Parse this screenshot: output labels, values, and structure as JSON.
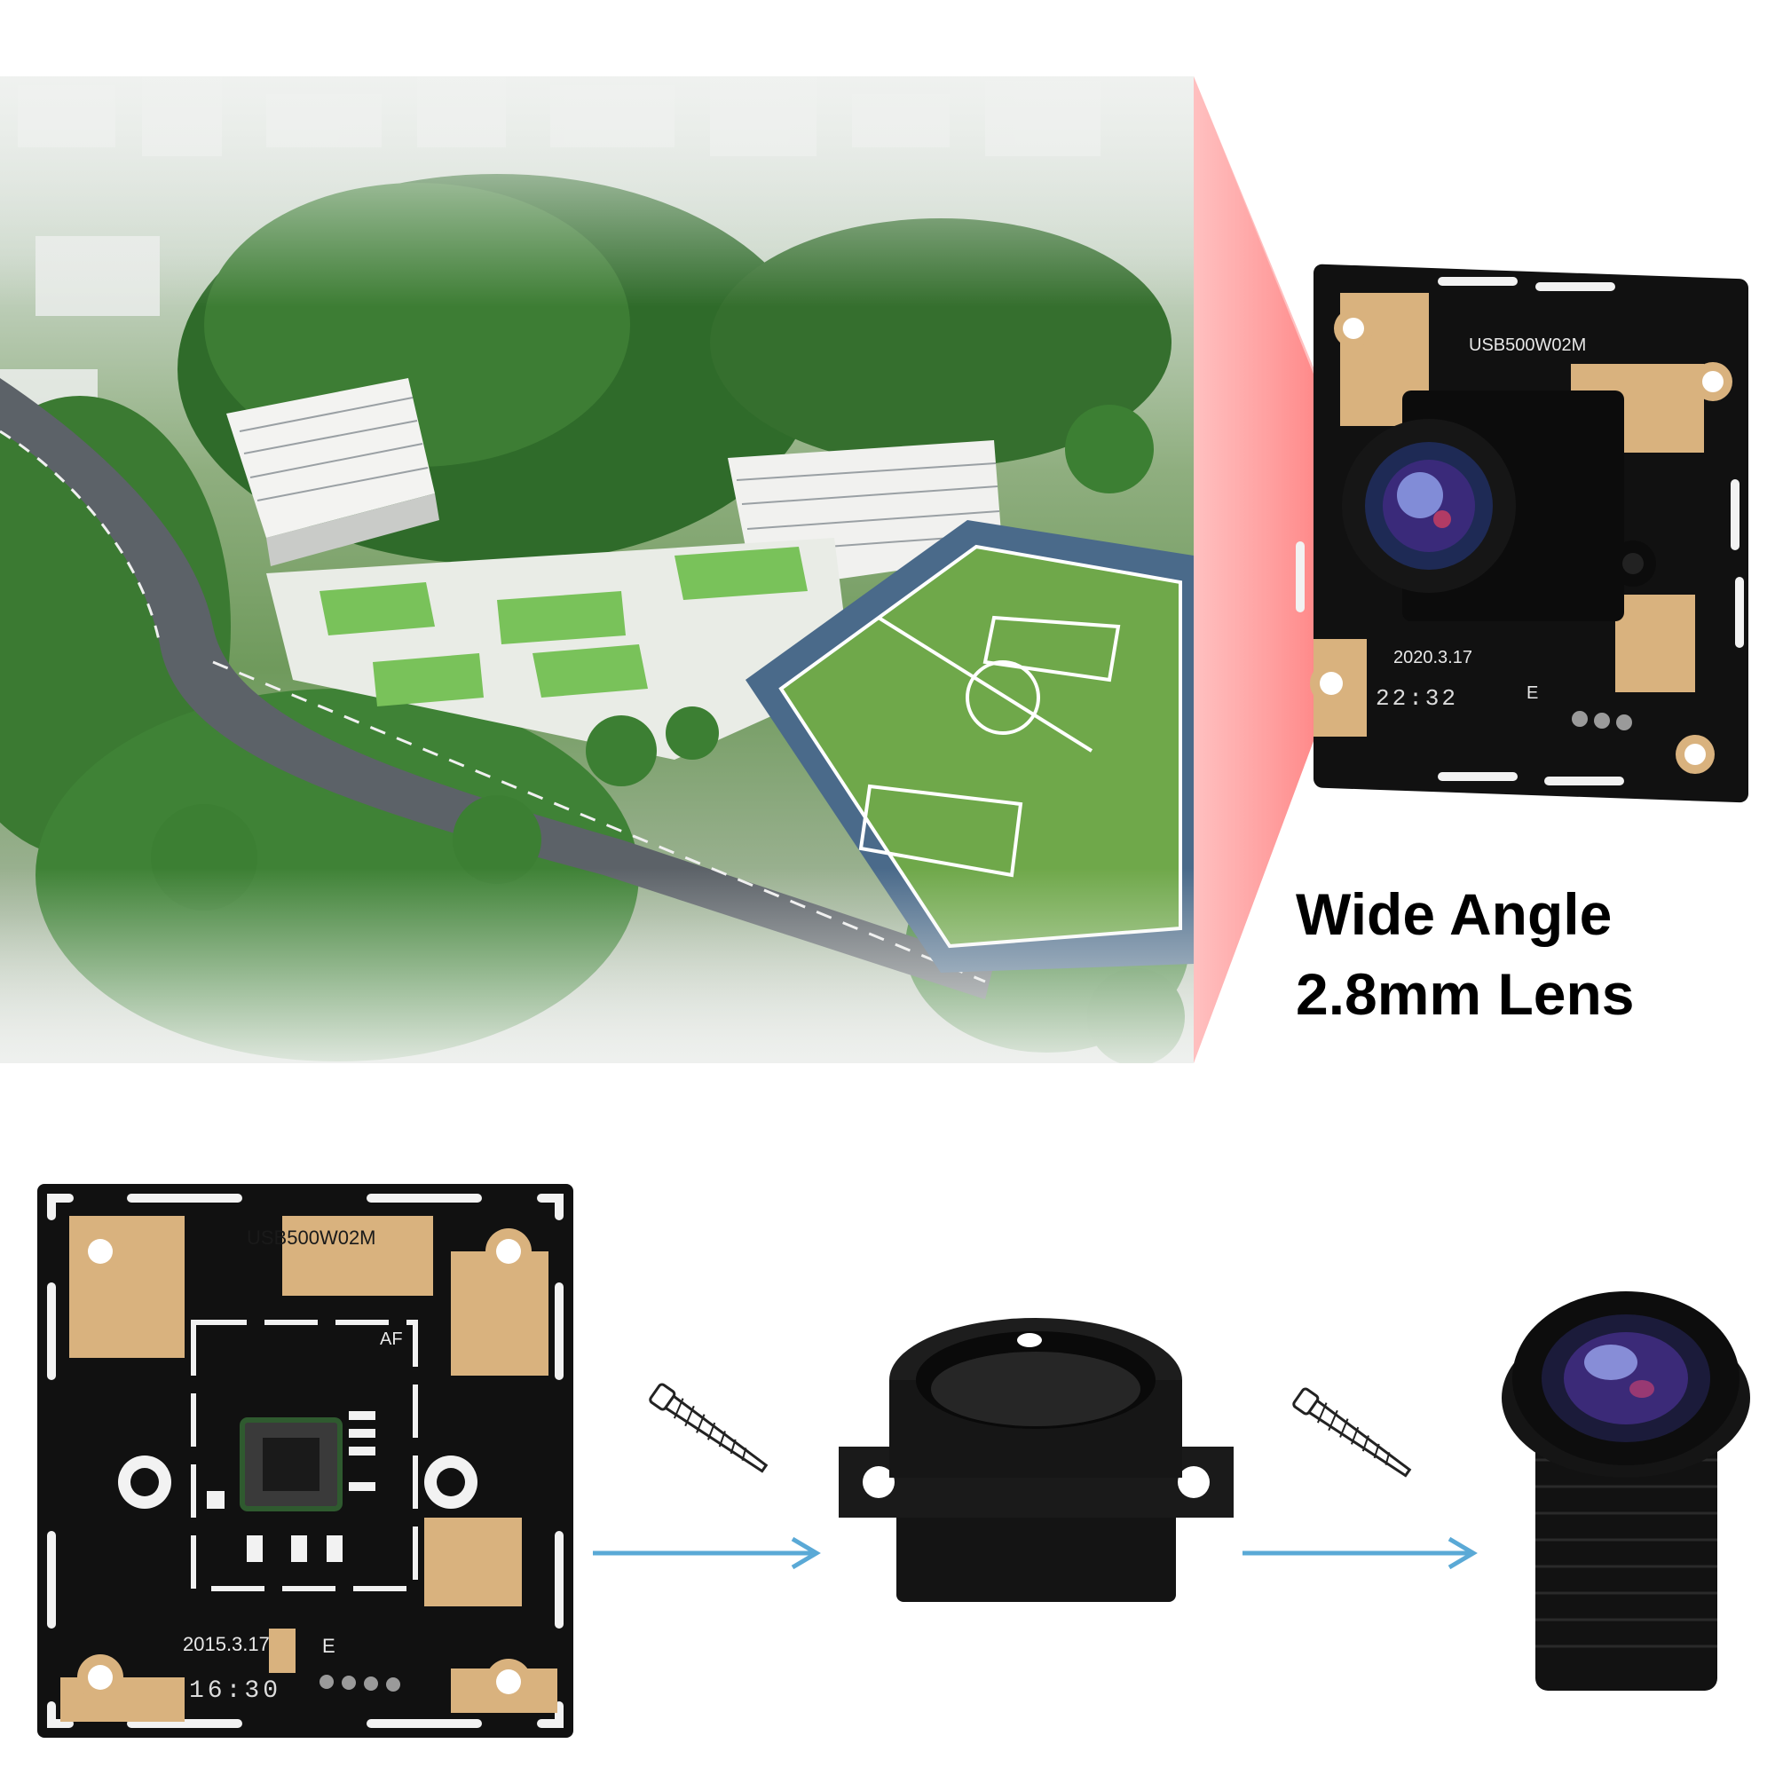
{
  "headline": {
    "line1": "Wide Angle",
    "line2": "2.8mm Lens"
  },
  "module_top": {
    "model": "USB500W02M",
    "date": "2020.3.17",
    "time": "22:32",
    "suffix": "E"
  },
  "module_bottom": {
    "model": "USB500W02M",
    "date": "2015.3.17",
    "time": "16:30",
    "af_label": "AF",
    "suffix": "E"
  },
  "colors": {
    "beam": "#ff3b3b",
    "arrow": "#5aa9d6",
    "pcb": "#111111",
    "gold": "#d9b27e",
    "field": "#6fa84a"
  },
  "icons": [
    "camera-lens-icon",
    "screw-icon",
    "arrow-right-icon"
  ]
}
